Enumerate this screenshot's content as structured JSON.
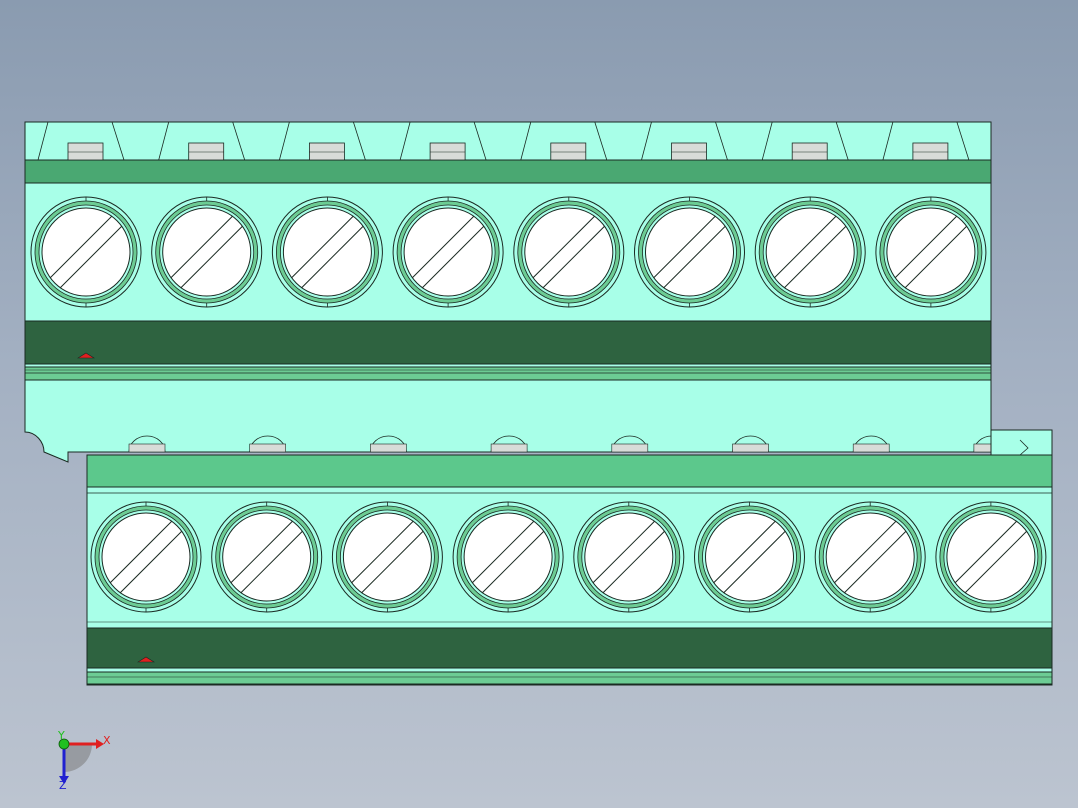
{
  "scene": {
    "title": "",
    "background_top": "#8a9bb0",
    "background_bottom": "#bcc4d0",
    "rows": [
      {
        "name": "terminal-block-row-top",
        "screws": 8
      },
      {
        "name": "terminal-block-row-bottom",
        "screws": 8
      }
    ],
    "colors": {
      "body": "#a8ffe8",
      "band": "#4aa872",
      "band_light": "#5cc88c",
      "dark": "#2e6340",
      "ring": "#6ccc94",
      "screw_face": "#ffffff",
      "tab": "#d8dcd8",
      "marker": "#e02020",
      "edge": "#1a2a22"
    }
  },
  "triad": {
    "x_label": "X",
    "y_label": "Y",
    "z_label": "Z",
    "x_color": "#e02020",
    "y_color": "#20c020",
    "z_color": "#2020d0"
  }
}
